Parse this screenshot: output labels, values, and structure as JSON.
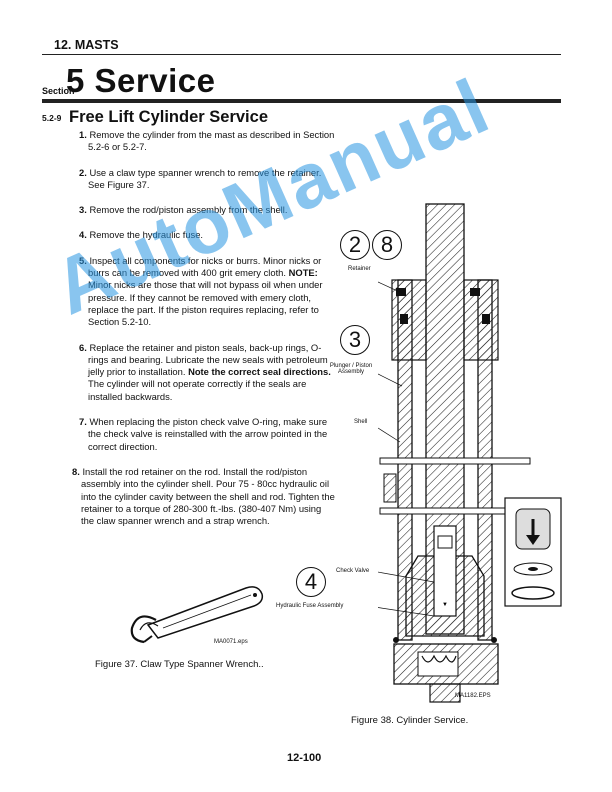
{
  "header": {
    "chapter": "12. MASTS",
    "section_label": "Section",
    "section_title": "5 Service"
  },
  "subsection": {
    "number": "5.2-9",
    "title": "Free Lift Cylinder Service"
  },
  "steps": [
    {
      "num": "1.",
      "text": "Remove the cylinder from the mast as described in Section 5.2-6 or 5.2-7."
    },
    {
      "num": "2.",
      "text": "Use a claw type spanner wrench to remove the retainer. See Figure 37."
    },
    {
      "num": "3.",
      "text": "Remove the rod/piston assembly from the shell."
    },
    {
      "num": "4.",
      "text": "Remove the hydraulic fuse."
    },
    {
      "num": "5.",
      "text_a": "Inspect all components for nicks or burrs. Minor nicks or burrs can be removed with 400 grit emery cloth.",
      "note_label": "NOTE:",
      "text_b": "Minor nicks are those that will not bypass oil when under pressure. If they cannot be removed with emery cloth, replace the part. If the piston requires replacing, refer to Section 5.2-10."
    },
    {
      "num": "6.",
      "text_a": "Replace the retainer and piston seals, back-up rings, O-rings and bearing. Lubricate the new seals with petroleum jelly prior to installation.",
      "note_bold": "Note the correct seal directions.",
      "text_b": "The cylinder will not operate correctly if the seals are installed backwards."
    },
    {
      "num": "7.",
      "text": "When replacing the piston check valve O-ring, make sure the check valve is reinstalled with the arrow pointed in the correct direction."
    },
    {
      "num": "8.",
      "text": "Install the rod retainer on the rod. Install the rod/piston assembly into the cylinder shell. Pour 75 - 80cc hydraulic oil into the cylinder cavity between the shell and rod. Tighten the retainer to a torque of 280-300 ft.-lbs. (380-407 Nm) using the claw spanner wrench and a strap wrench."
    }
  ],
  "figure37": {
    "file_label": "MA0071.eps",
    "caption": "Figure 37. Claw Type Spanner Wrench.."
  },
  "figure38": {
    "callouts": [
      "2",
      "8",
      "3",
      "4"
    ],
    "labels": {
      "retainer": "Retainer",
      "plunger": "Plunger / Piston Assembly",
      "shell": "Shell",
      "check_valve": "Check Valve",
      "fuse": "Hydraulic Fuse Assembly"
    },
    "file_label": "MA1182.EPS",
    "caption": "Figure 38. Cylinder Service."
  },
  "watermark": "AutoManual",
  "page_number": "12-100"
}
